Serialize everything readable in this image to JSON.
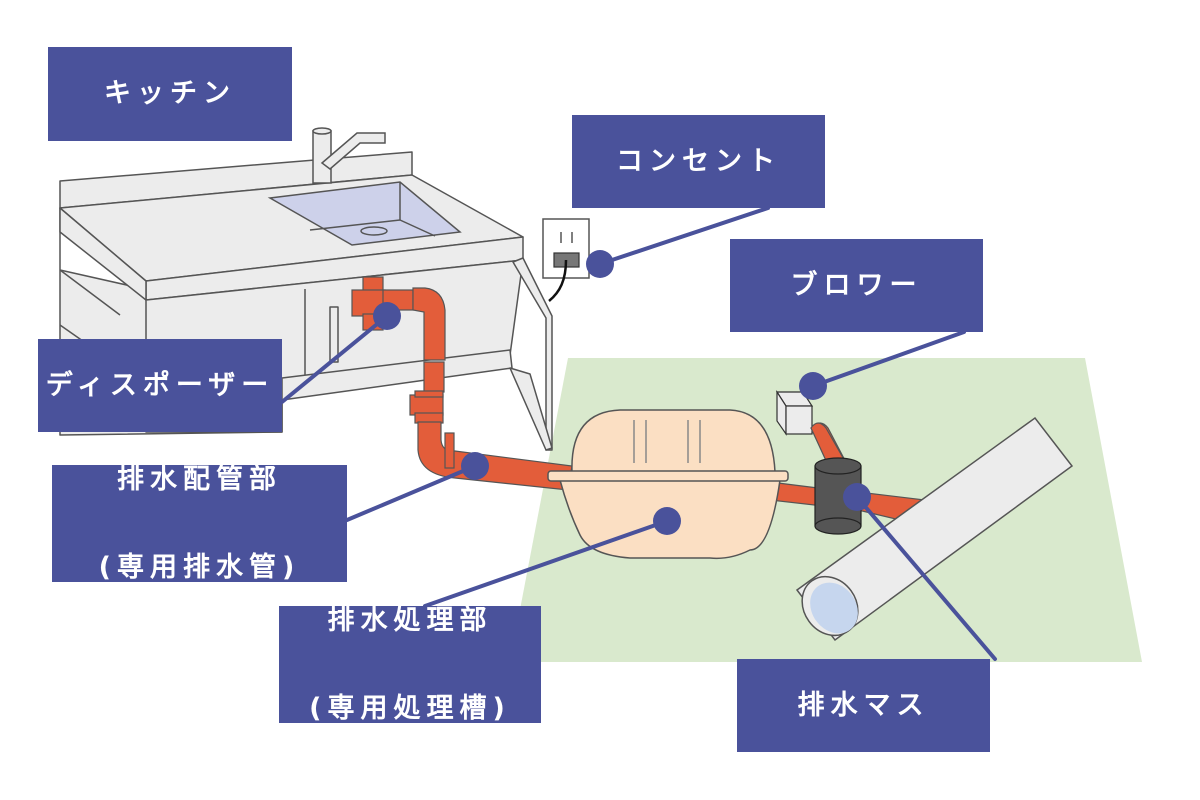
{
  "diagram": {
    "colors": {
      "label_bg": "#4a529b",
      "label_text": "#ffffff",
      "pipe": "#e35d3a",
      "ground": "#d9e9cd",
      "tank": "#fbdfc3",
      "sink_basin": "#cdd1ea",
      "cabinet": "#ececec",
      "manhole": "#555555",
      "drain_water": "#c6d6ee"
    },
    "labels": {
      "kitchen": "キッチン",
      "outlet": "コンセント",
      "blower": "ブロワー",
      "disposer": "ディスポーザー",
      "pipe_line1": "排水配管部",
      "pipe_line2": "(専用排水管)",
      "tank_line1": "排水処理部",
      "tank_line2": "(専用処理槽)",
      "drain_mass": "排水マス"
    }
  }
}
